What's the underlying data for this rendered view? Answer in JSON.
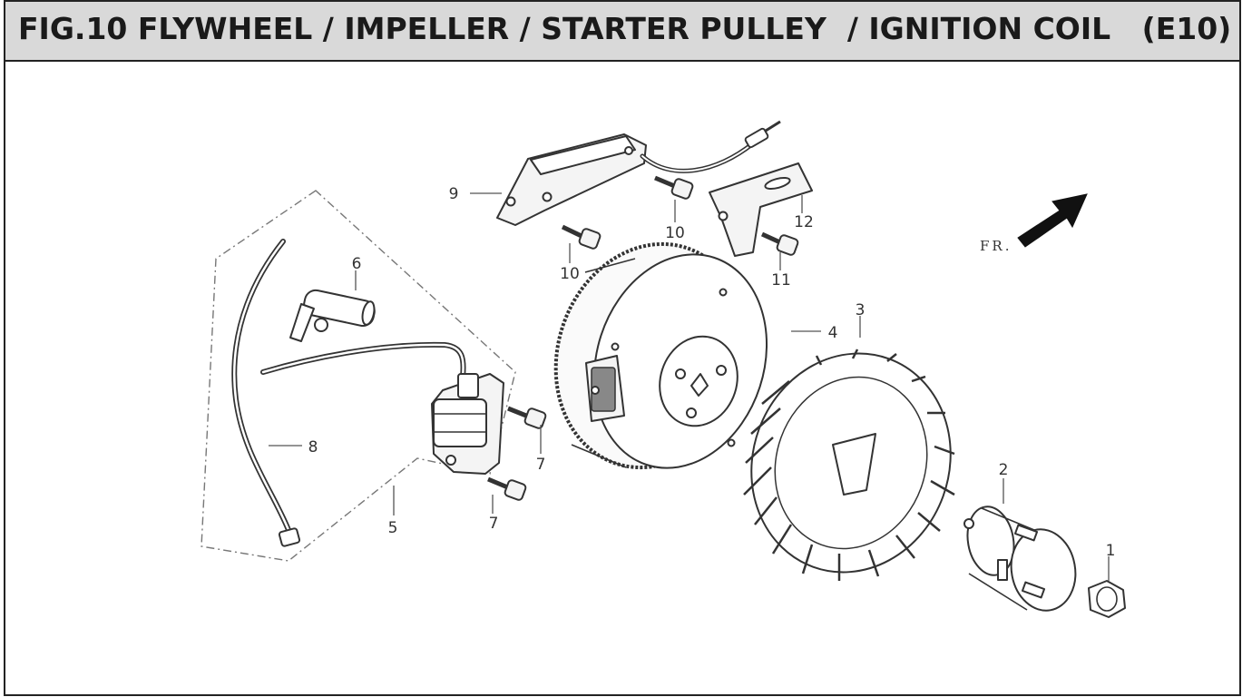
{
  "header": {
    "title": "FIG.10 FLYWHEEL / IMPELLER / STARTER PULLEY  / IGNITION COIL   (E10)"
  },
  "diagram": {
    "direction_label": "FR.",
    "callouts": {
      "c1": "1",
      "c2": "2",
      "c3": "3",
      "c4": "4",
      "c5": "5",
      "c6": "6",
      "c7a": "7",
      "c7b": "7",
      "c8": "8",
      "c9": "9",
      "c10a": "10",
      "c10b": "10",
      "c11": "11",
      "c12": "12"
    }
  }
}
